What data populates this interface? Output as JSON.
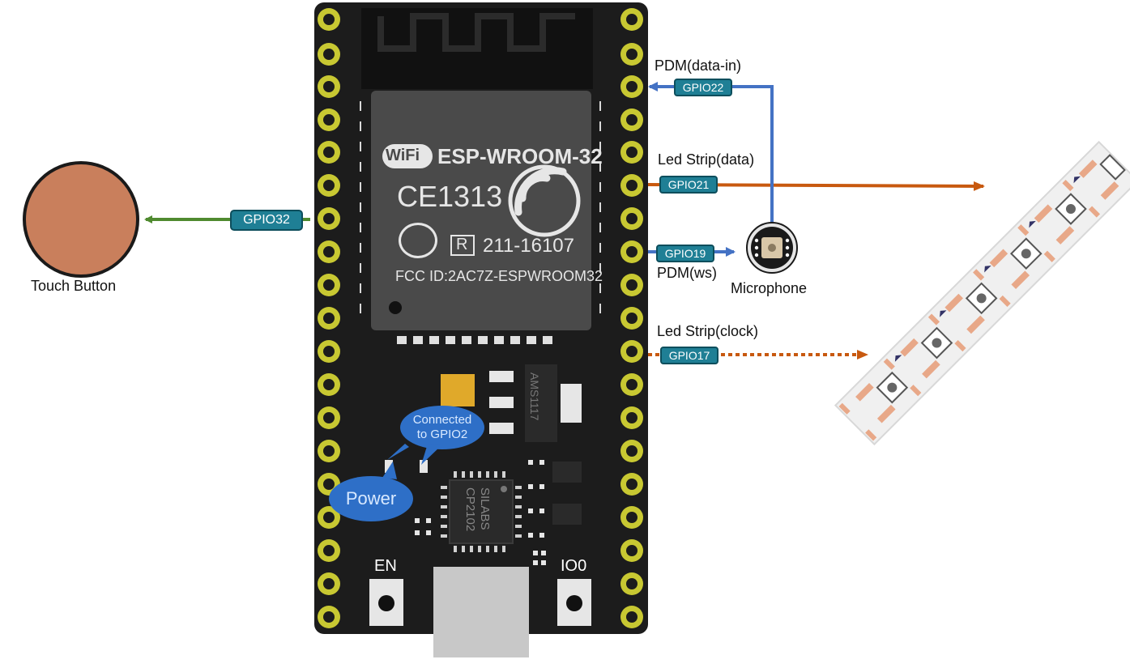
{
  "board": {
    "module": {
      "wifi_badge": "WiFi",
      "model": "ESP-WROOM-32",
      "ce_mark": "CE1313",
      "r_mark": "R",
      "cert_number": "211-16107",
      "fcc_id": "FCC ID:2AC7Z-ESPWROOM32"
    },
    "regulator": "AMS1117",
    "usb_chip": {
      "line1": "SILABS",
      "line2": "CP2102"
    },
    "button_en": "EN",
    "button_io0": "IO0",
    "bubble_gpio2": {
      "line1": "Connected",
      "line2": "to GPIO2"
    },
    "bubble_power": "Power"
  },
  "touch": {
    "label": "Touch Button",
    "pin": "GPIO32"
  },
  "microphone": {
    "label": "Microphone",
    "data_label": "PDM(data-in)",
    "data_pin": "GPIO22",
    "ws_label": "PDM(ws)",
    "ws_pin": "GPIO19"
  },
  "led_strip": {
    "data_label": "Led Strip(data)",
    "data_pin": "GPIO21",
    "clock_label": "Led Strip(clock)",
    "clock_pin": "GPIO17"
  },
  "colors": {
    "board": "#1c1c1c",
    "module": "#4a4a4a",
    "pin_ring": "#c8c832",
    "touch_fill": "#c97f5c",
    "green_wire": "#4f8a2f",
    "orange_wire": "#c8590f",
    "blue_wire": "#4472c4",
    "tag": "#1f7f95"
  }
}
